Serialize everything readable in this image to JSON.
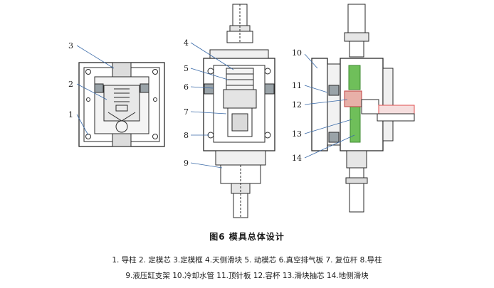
{
  "figure": {
    "title": "图6   模具总体设计",
    "legend_line_1": "1. 导柱  2. 定模芯 3.定模框  4.天侧滑块  5. 动模芯  6.真空排气板  7. 复位杆  8.导柱",
    "legend_line_2": "9.液压缸支架  10.冷却水管  11.顶针板  12.容杯  13.滑块抽芯  14.地侧滑块"
  },
  "callouts": [
    "1",
    "2",
    "3",
    "4",
    "5",
    "6",
    "7",
    "8",
    "9",
    "10",
    "11",
    "12",
    "13",
    "14"
  ],
  "colors": {
    "line": "#2a2a2a",
    "leader": "#3a6aa8",
    "hatch": "#9aa3a8",
    "green": "#6fbf5a",
    "red": "#e05050"
  }
}
